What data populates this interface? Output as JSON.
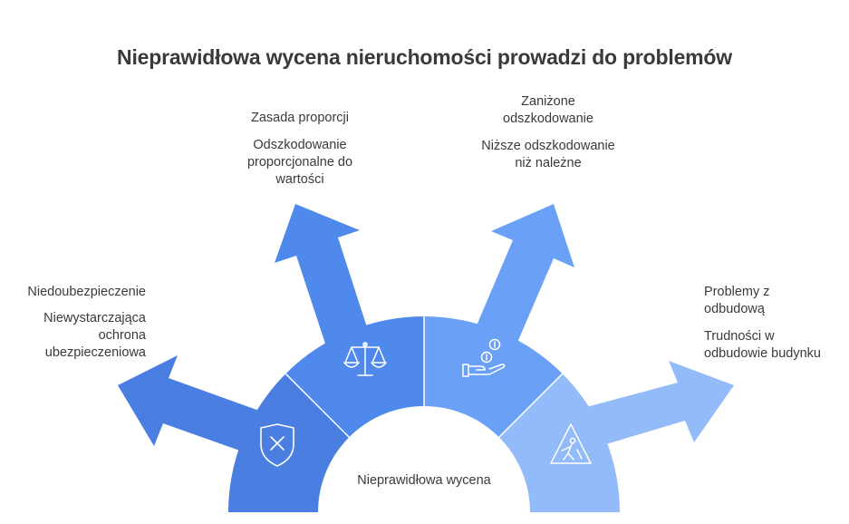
{
  "title": "Nieprawidłowa wycena nieruchomości prowadzi do problemów",
  "center_label": "Nieprawidłowa wycena",
  "branches": [
    {
      "heading": "Niedoubezpieczenie",
      "description": "Niewystarczająca ochrona ubezpieczeniowa",
      "icon": "shield-x-icon",
      "color": "#4a7ee0"
    },
    {
      "heading": "Zasada proporcji",
      "description": "Odszkodowanie proporcjonalne do wartości",
      "icon": "scales-icon",
      "color": "#4f89ec"
    },
    {
      "heading": "Zaniżone odszkodowanie",
      "description": "Niższe odszkodowanie niż należne",
      "icon": "hand-coins-icon",
      "color": "#6aa1f7"
    },
    {
      "heading": "Problemy z odbudową",
      "description": "Trudności w odbudowie budynku",
      "icon": "construction-sign-icon",
      "color": "#93bbfa"
    }
  ]
}
